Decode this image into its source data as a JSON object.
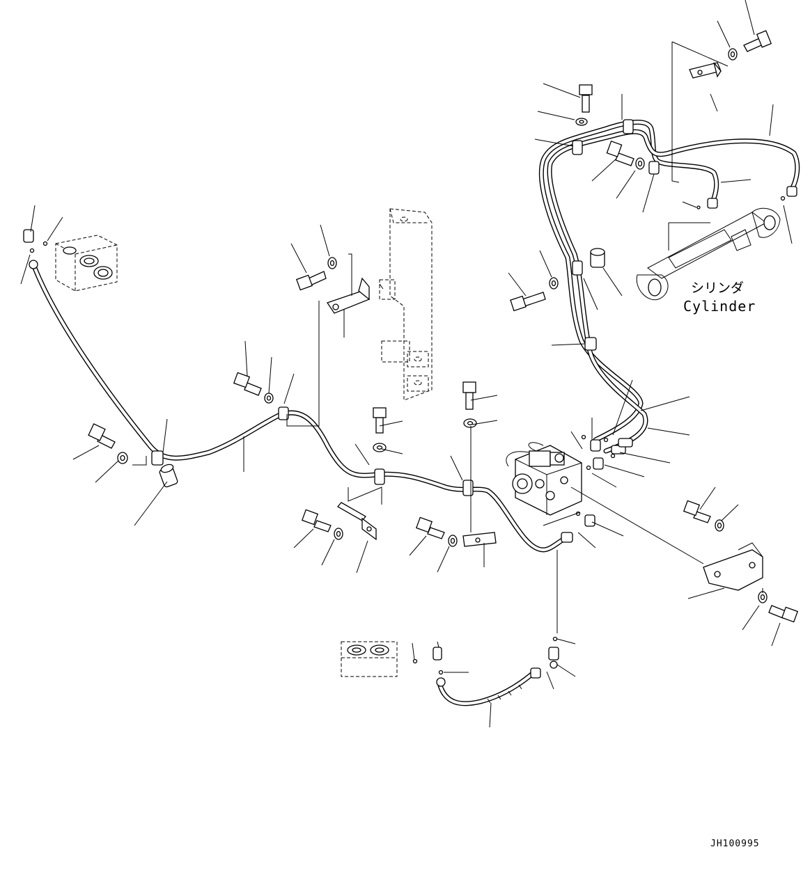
{
  "cylinder": {
    "label_jp": "シリンダ",
    "label_en": "Cylinder"
  },
  "drawing_code": "JH100995"
}
